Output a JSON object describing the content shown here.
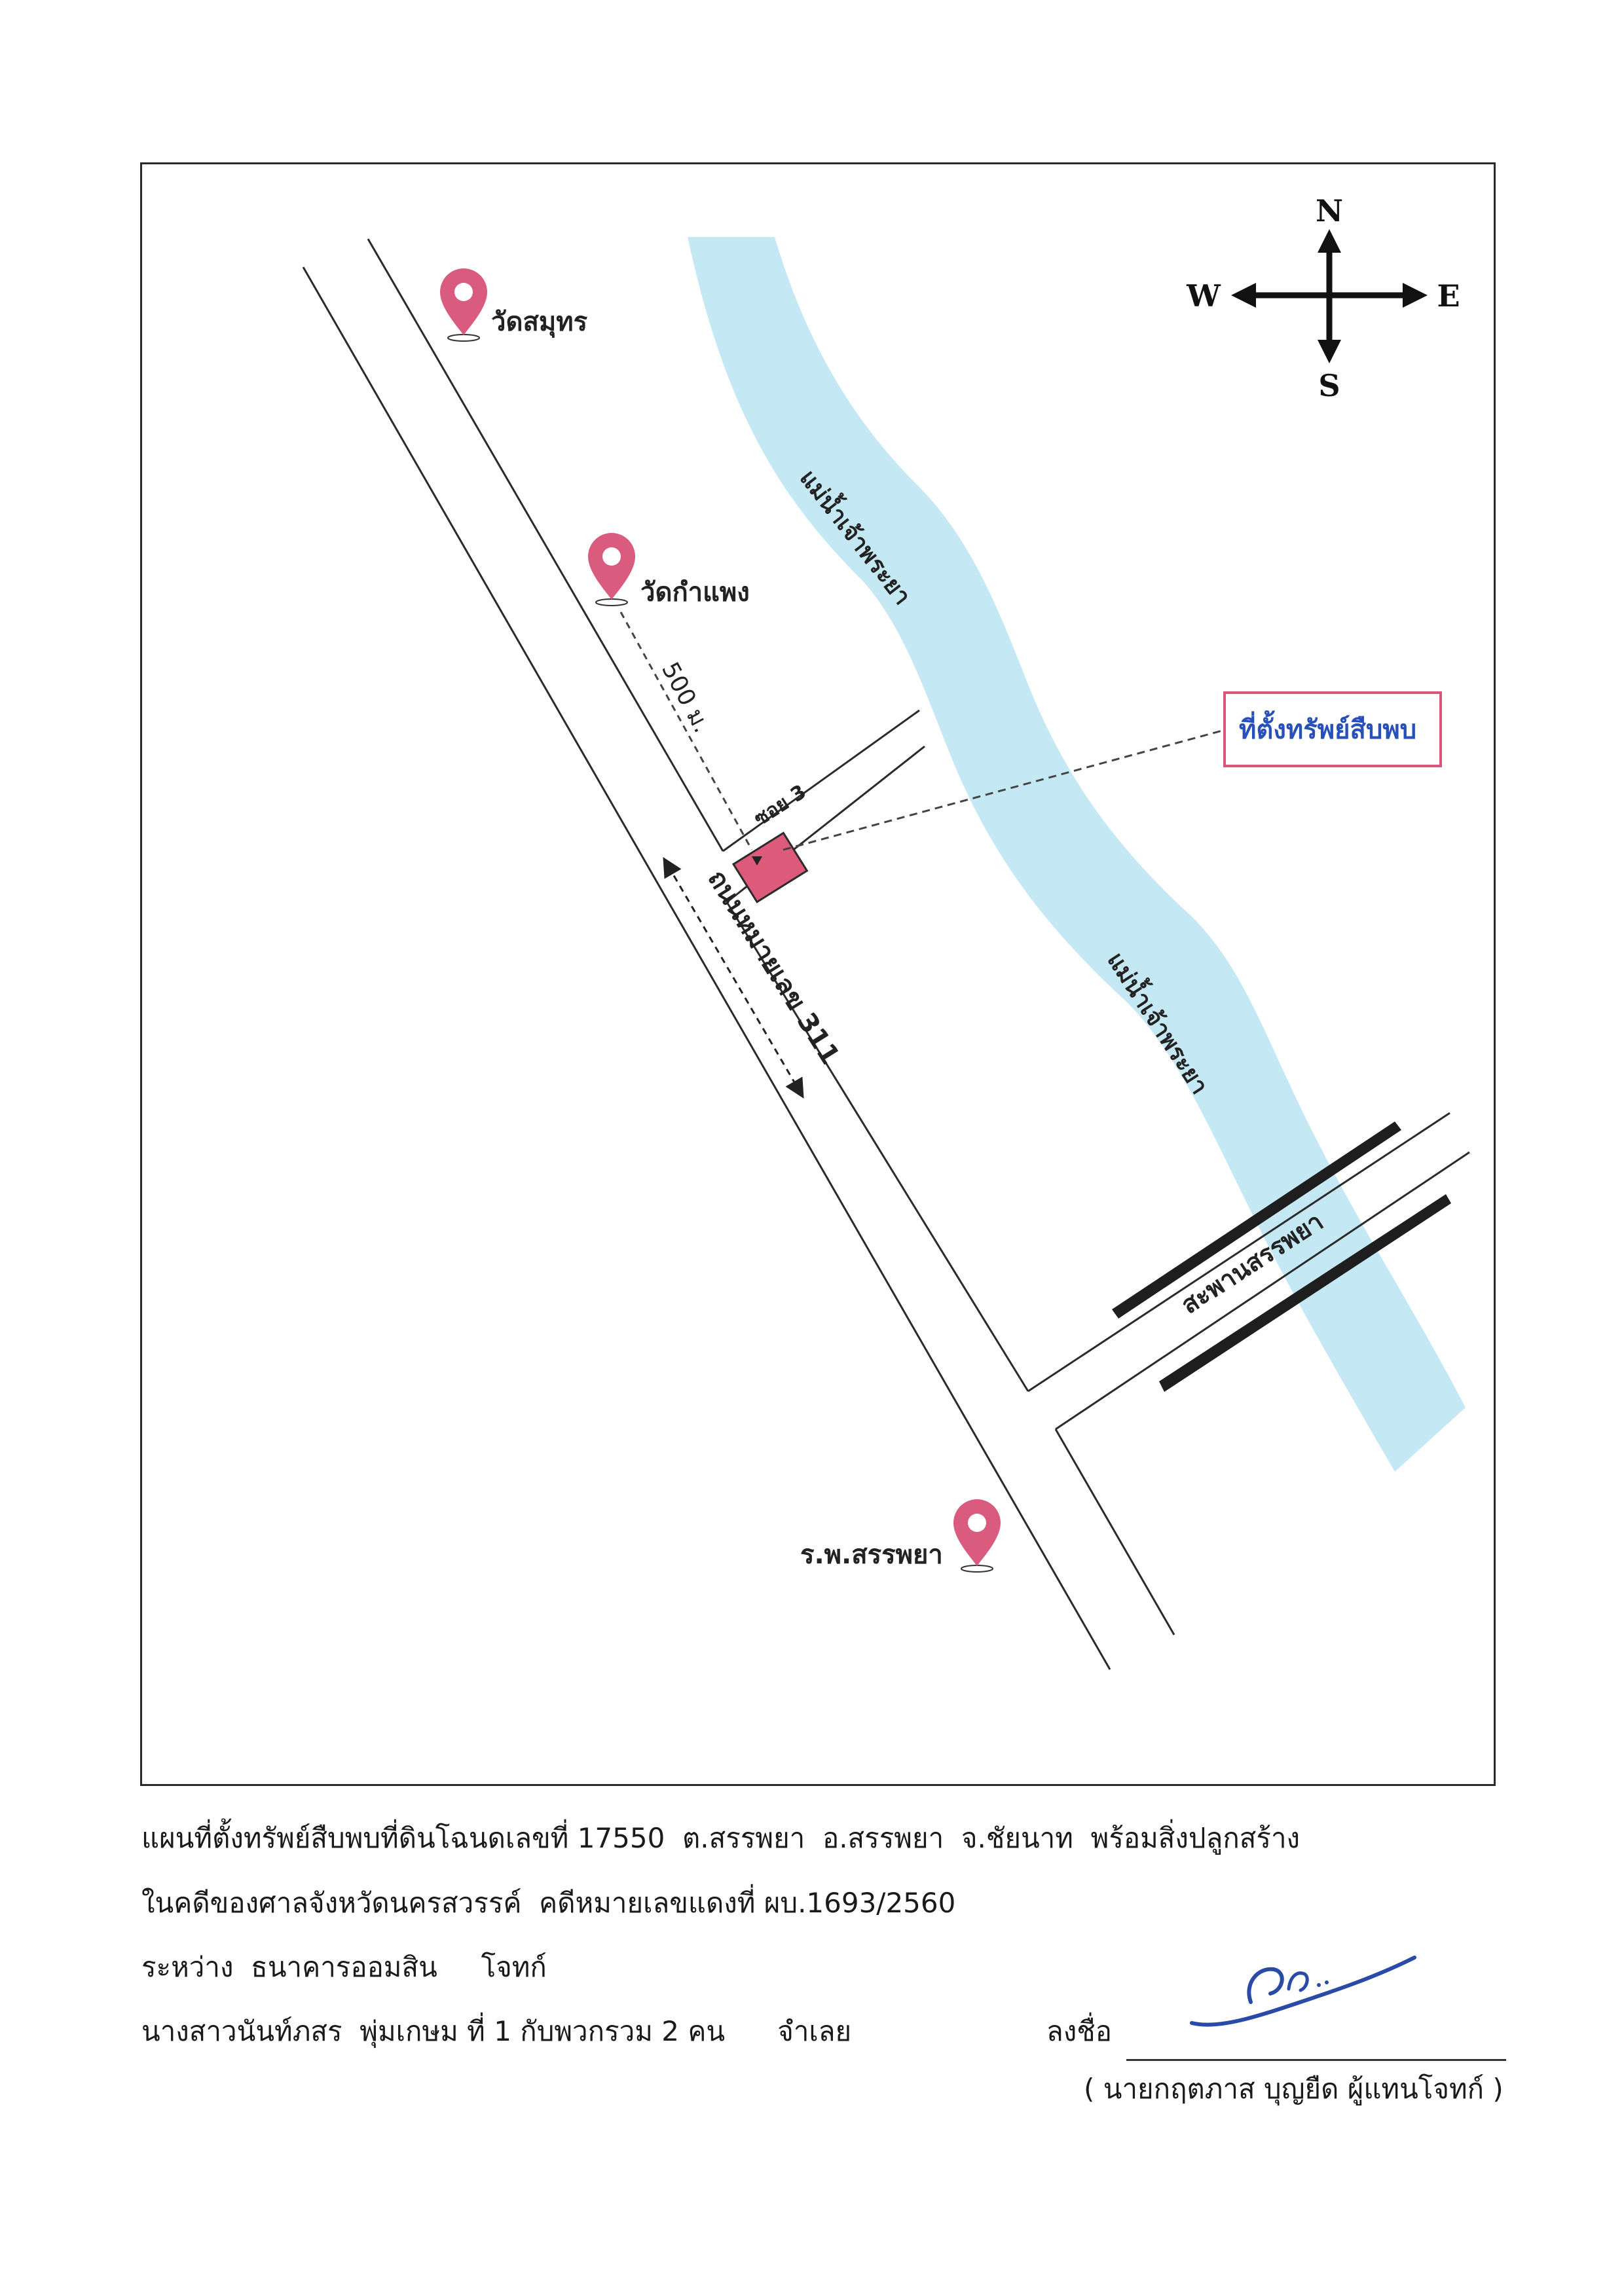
{
  "map": {
    "places": {
      "wat_samut": "วัดสมุทร",
      "wat_kamphaeng": "วัดกำแพง",
      "hospital": "ร.พ.สรรพยา"
    },
    "river_labels": [
      "แม่น้ำเจ้าพระยา",
      "แม่น้ำเจ้าพระยา"
    ],
    "bridge_label": "สะพานสรรพยา",
    "road_label": "ถนนหมายเลข 311",
    "soi_label": "ซอย 3",
    "distance_label": "500 ม.",
    "property_callout": "ที่ตั้งทรัพย์สืบพบ",
    "compass": {
      "north": "N",
      "south": "S",
      "east": "E",
      "west": "W"
    },
    "colors": {
      "river": "#c5e8f5",
      "pin": "#d95c7e",
      "property": "#de5a7a",
      "callout_border": "#d9557a",
      "callout_text": "#2750b8",
      "road": "#2b2b2b"
    },
    "icons": [
      "map-pin-icon",
      "compass-arrow-icon",
      "signature-mark"
    ]
  },
  "caption": {
    "line1": "แผนที่ตั้งทรัพย์สืบพบที่ดินโฉนดเลขที่ 17550  ต.สรรพยา  อ.สรรพยา  จ.ชัยนาท  พร้อมสิ่งปลูกสร้าง",
    "line2": "ในคดีของศาลจังหวัดนครสวรรค์  คดีหมายเลขแดงที่ ผบ.1693/2560",
    "line3": "ระหว่าง  ธนาคารออมสิน     โจทก์",
    "line4": "นางสาวนันท์ภสร  พุ่มเกษม ที่ 1 กับพวกรวม 2 คน      จำเลย"
  },
  "signature": {
    "label": "ลงชื่อ",
    "name": "( นายกฤตภาส  บุญยืด ผู้แทนโจทก์ )"
  }
}
